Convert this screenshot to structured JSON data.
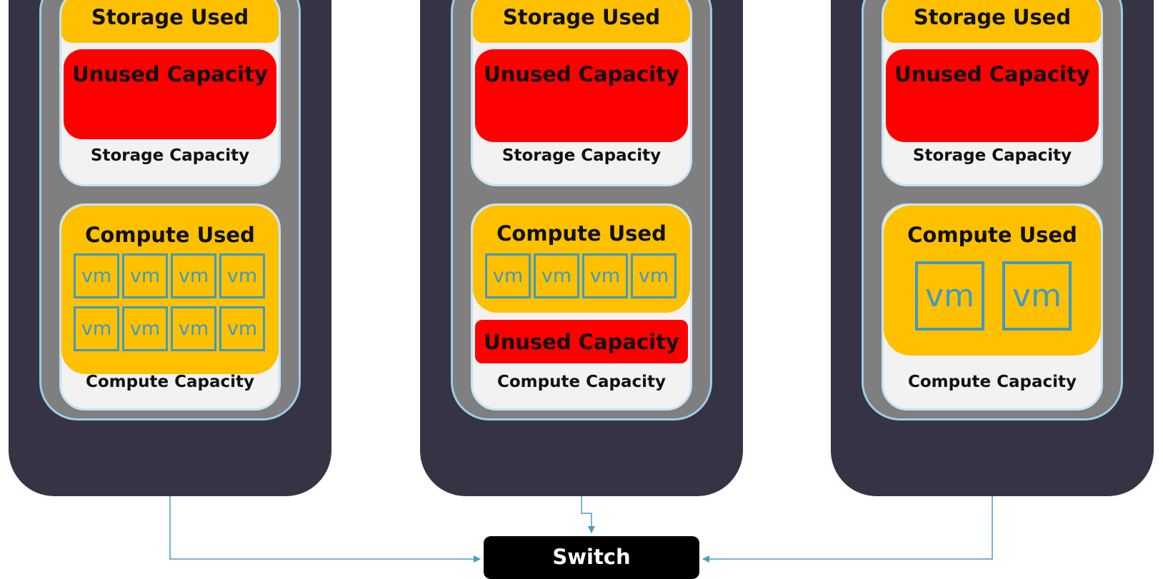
{
  "labels": {
    "storage_used": "Storage Used",
    "unused_capacity": "Unused Capacity",
    "storage_capacity": "Storage Capacity",
    "compute_used": "Compute Used",
    "compute_capacity": "Compute Capacity",
    "vm": "vm",
    "switch": "Switch"
  },
  "colors": {
    "host_bg": "#363344",
    "inner_gray": "#7f7f7f",
    "used": "#ffc000",
    "unused": "#ff0000",
    "vm_outline": "#3f9ac2",
    "connector": "#4a9cc0"
  },
  "hosts": [
    {
      "vm_count": 8,
      "compute_unused_shown": false
    },
    {
      "vm_count": 4,
      "compute_unused_shown": true
    },
    {
      "vm_count": 2,
      "compute_unused_shown": false
    }
  ]
}
